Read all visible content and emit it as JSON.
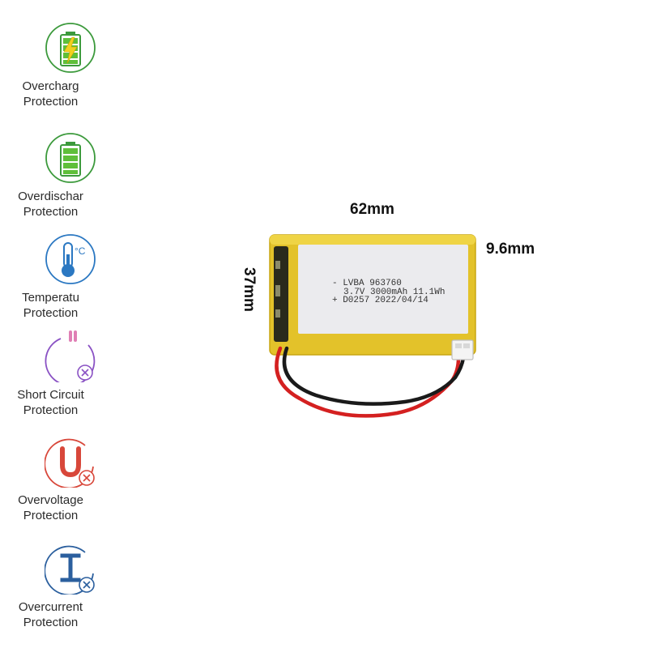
{
  "features": [
    {
      "icon": "battery-bolt-icon",
      "line1": "Overcharg",
      "line2": "Protection",
      "color": "#3c9a3c"
    },
    {
      "icon": "battery-full-icon",
      "line1": "Overdischar",
      "line2": "Protection",
      "color": "#3c9a3c"
    },
    {
      "icon": "thermometer-icon",
      "line1": "Temperatu",
      "line2": "Protection",
      "color": "#2b78c2"
    },
    {
      "icon": "short-circuit-icon",
      "line1": "Short Circuit",
      "line2": "Protection",
      "color": "#8a52c4"
    },
    {
      "icon": "voltage-u-icon",
      "line1": "Overvoltage",
      "line2": "Protection",
      "color": "#d8473a"
    },
    {
      "icon": "current-i-icon",
      "line1": "Overcurrent",
      "line2": "Protection",
      "color": "#2b5f9e"
    }
  ],
  "dimensions": {
    "width": "62mm",
    "height": "37mm",
    "thickness": "9.6mm"
  },
  "battery_label": {
    "line1": "- LVBA 963760",
    "line2": "3.7V 3000mAh 11.1Wh",
    "line3": "+ D0257 2022/04/14"
  },
  "colors": {
    "wrap": "#e6c62a",
    "label": "#ebebee",
    "wire_red": "#d42020",
    "wire_black": "#1a1a1a"
  }
}
